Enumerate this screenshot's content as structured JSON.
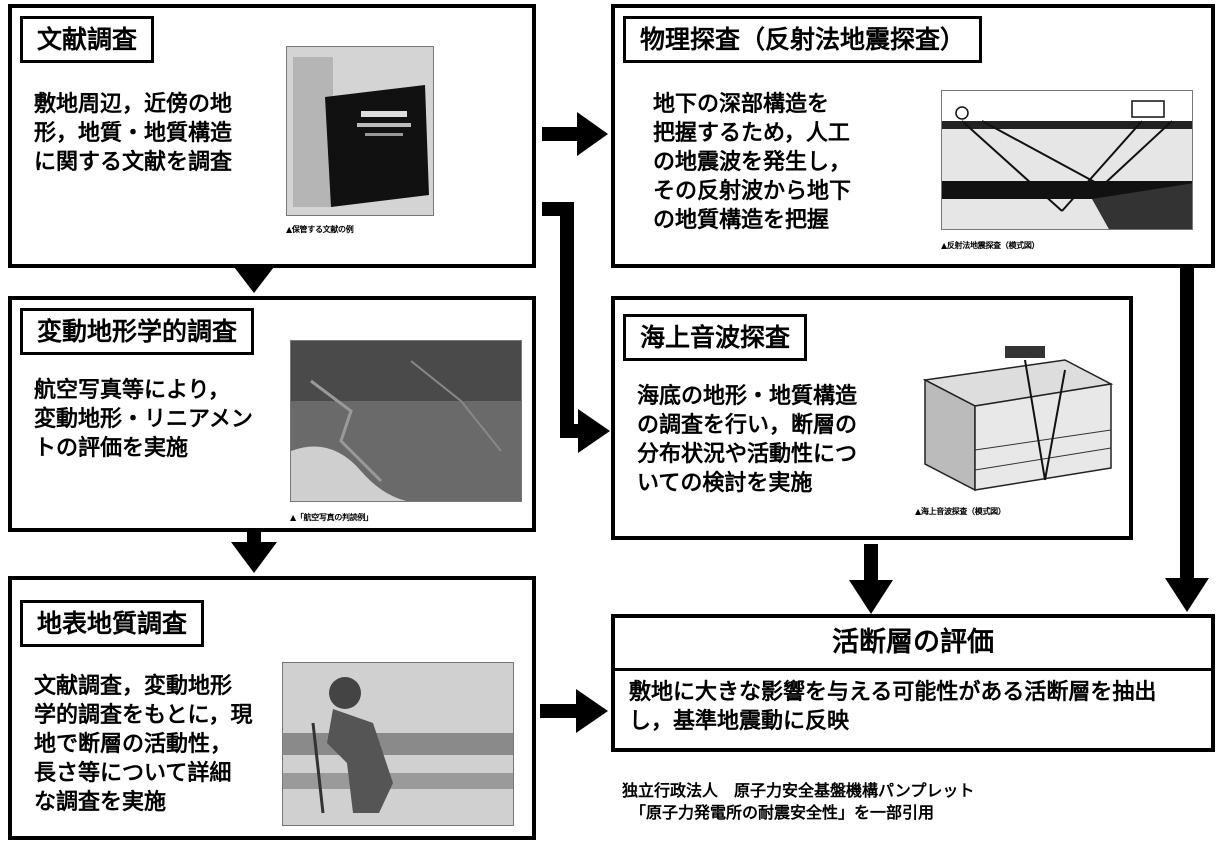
{
  "literature": {
    "title": "文献調査",
    "description": "敷地周辺，近傍の地\n形，地質・地質構造\nに関する文献を調査",
    "caption": "▲保管する文献の例"
  },
  "geophysics": {
    "title": "物理探査（反射法地震探査）",
    "description": "地下の深部構造を\n把握するため，人工\nの地震波を発生し，\nその反射波から地下\nの地質構造を把握",
    "caption": "▲反射法地震探査（模式図）"
  },
  "tectonic_geomorph": {
    "title": "変動地形学的調査",
    "description": "航空写真等により，\n変動地形・リニアメン\nトの評価を実施",
    "caption": "▲「航空写真の判読例」"
  },
  "marine_sonic": {
    "title": "海上音波探査",
    "description": "海底の地形・地質構造\nの調査を行い，断層の\n分布状況や活動性につ\nいての検討を実施",
    "caption": "▲海上音波探査（模式図）"
  },
  "surface_geology": {
    "title": "地表地質調査",
    "description": "文献調査，変動地形\n学的調査をもとに，現\n地で断層の活動性，\n長さ等について詳細\nな調査を実施"
  },
  "evaluation": {
    "title": "活断層の評価",
    "description": "敷地に大きな影響を与える可能性がある活断層を抽出\nし，基準地震動に反映"
  },
  "source": {
    "text": "独立行政法人　原子力安全基盤機構パンプレット\n　「原子力発電所の耐震安全性」を一部引用"
  }
}
